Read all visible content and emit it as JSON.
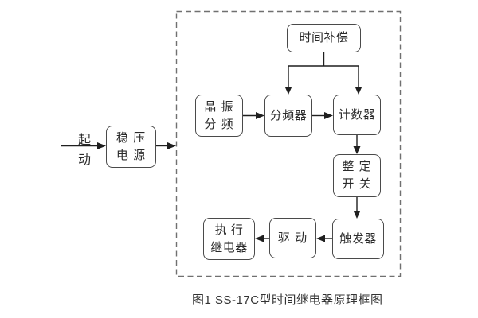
{
  "diagram": {
    "start": {
      "line1": "起",
      "line2": "动"
    },
    "blocks": {
      "power": {
        "line1": "稳 压",
        "line2": "电 源"
      },
      "compensation": {
        "label": "时间补偿"
      },
      "crystal": {
        "line1": "晶 振",
        "line2": "分 频"
      },
      "divider": {
        "label": "分频器"
      },
      "counter": {
        "label": "计数器"
      },
      "setting": {
        "line1": "整 定",
        "line2": "开 关"
      },
      "trigger": {
        "label": "触发器"
      },
      "drive": {
        "label": "驱 动"
      },
      "relay": {
        "line1": "执 行",
        "line2": "继电器"
      }
    },
    "caption": "图1  SS-17C型时间继电器原理框图",
    "colors": {
      "background": "#ffffff",
      "arrow_line": "#1f1f1f",
      "box_border": "#4a4a4a",
      "dashed_border": "#707070",
      "text": "#2b2b2b"
    }
  }
}
